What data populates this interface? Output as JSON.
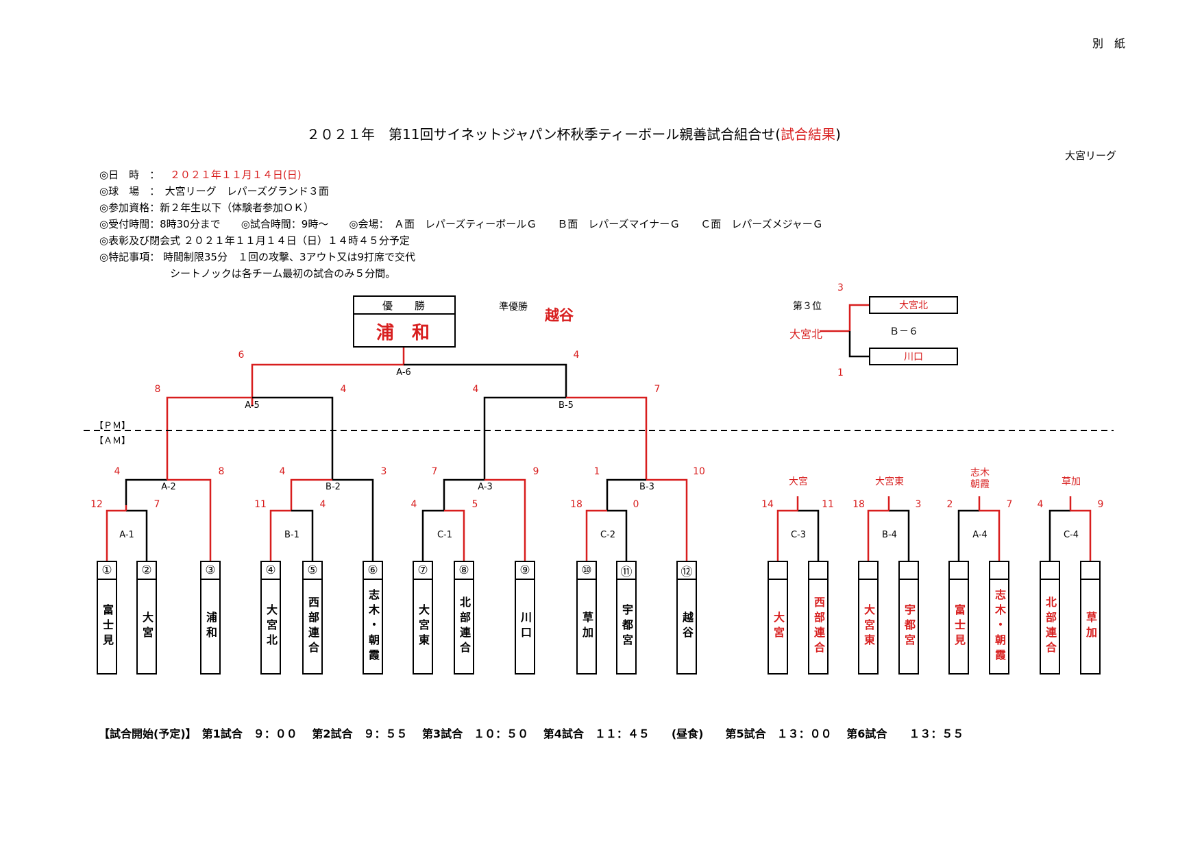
{
  "page": {
    "corner_label": "別　紙",
    "title_main": "２０２１年　第11回サイネットジャパン杯秋季ティーボール親善試合組合せ",
    "title_paren_open": "(",
    "title_result": "試合結果",
    "title_paren_close": ")",
    "league": "大宮リーグ"
  },
  "info": {
    "date_label": "◎日　時　：",
    "date_value": "２０２１年１１月１４日(日)",
    "venue": "◎球　場　：　大宮リーグ　レパーズグランド３面",
    "eligibility": "◎参加資格：新２年生以下（体験者参加ＯＫ）",
    "reception": "◎受付時間：8時30分まで　　◎試合時間：9時～　　◎会場：　Ａ面　レパーズティーボールＧ　　Ｂ面　レパーズマイナーＧ　　Ｃ面　レパーズメジャーＧ",
    "ceremony": "◎表彰及び閉会式 ２０２１年１１月１４日（日）１４時４５分予定",
    "notes1": "◎特記事項：  時間制限35分　１回の攻撃、3アウト又は9打席で交代",
    "notes2": "シートノックは各チーム最初の試合のみ５分間。"
  },
  "champion": {
    "header": "優勝",
    "winner": "浦和"
  },
  "runner_up": {
    "label": "準優勝",
    "team": "越谷"
  },
  "third_place": {
    "label": "第３位",
    "winner": "大宮北",
    "match": "Ｂ－６",
    "team_top": "大宮北",
    "team_bottom": "川口",
    "score_top": "3",
    "score_bottom": "1"
  },
  "period": {
    "pm": "【ＰＭ】",
    "am": "【ＡＭ】"
  },
  "matches": {
    "a6": "A-6",
    "a5": "A-5",
    "b5": "B-5",
    "a2": "A-2",
    "b2": "B-2",
    "a3": "A-3",
    "b3": "B-3",
    "a1": "A-1",
    "b1": "B-1",
    "c1": "C-1",
    "c2": "C-2",
    "c3": "C-3",
    "b4": "B-4",
    "a4": "A-4",
    "c4": "C-4"
  },
  "scores": {
    "a6_l": "6",
    "a6_r": "4",
    "a5_l": "8",
    "a5_r": "4",
    "b5_l": "4",
    "b5_r": "7",
    "a2_l": "4",
    "a2_r": "8",
    "b2_l": "4",
    "b2_r": "3",
    "a3_l": "7",
    "a3_r": "9",
    "b3_l": "1",
    "b3_r": "10",
    "a1_l": "12",
    "a1_r": "7",
    "b1_l": "11",
    "b1_r": "4",
    "c1_l": "4",
    "c1_r": "5",
    "c2_l": "18",
    "c2_r": "0",
    "c3_l": "14",
    "c3_r": "11",
    "b4_l": "18",
    "b4_r": "3",
    "a4_l": "2",
    "a4_r": "7",
    "c4_l": "4",
    "c4_r": "9"
  },
  "friendly_winners": {
    "c3": "大宮",
    "b4": "大宮東",
    "a4": "志木\n朝霞",
    "c4": "草加"
  },
  "teams": [
    {
      "num": "①",
      "name": "富士見"
    },
    {
      "num": "②",
      "name": "大宮"
    },
    {
      "num": "③",
      "name": "浦和"
    },
    {
      "num": "④",
      "name": "大宮北"
    },
    {
      "num": "⑤",
      "name": "西部連合"
    },
    {
      "num": "⑥",
      "name": "志木・朝霞"
    },
    {
      "num": "⑦",
      "name": "大宮東"
    },
    {
      "num": "⑧",
      "name": "北部連合"
    },
    {
      "num": "⑨",
      "name": "川口"
    },
    {
      "num": "⑩",
      "name": "草加"
    },
    {
      "num": "⑪",
      "name": "宇都宮"
    },
    {
      "num": "⑫",
      "name": "越谷"
    }
  ],
  "friendly_teams": [
    {
      "name": "大宮"
    },
    {
      "name": "西部連合"
    },
    {
      "name": "大宮東"
    },
    {
      "name": "宇都宮"
    },
    {
      "name": "富士見"
    },
    {
      "name": "志木・朝霞"
    },
    {
      "name": "北部連合"
    },
    {
      "name": "草加"
    }
  ],
  "schedule": "【試合開始(予定)】　第1試合　９：００　 第2試合　９：５５　 第3試合　１０：５０　 第4試合　１１：４５　　(昼食)　　第5試合　１３：００　 第6試合　　１３：５５",
  "colors": {
    "win": "#d81e1e",
    "line": "#000000"
  }
}
